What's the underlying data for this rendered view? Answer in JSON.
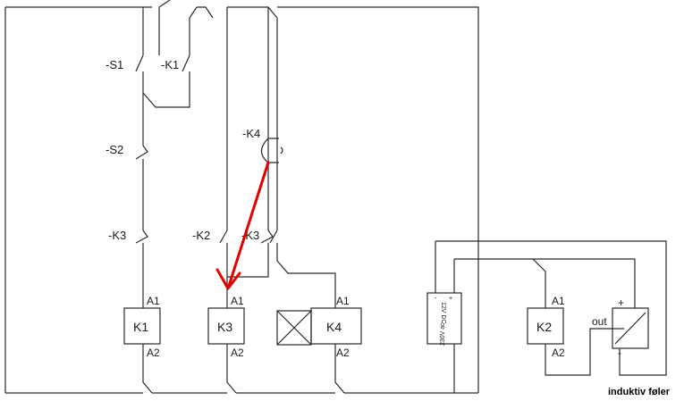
{
  "labels": {
    "s1": "-S1",
    "k1_contact": "-K1",
    "s2": "-S2",
    "k3_contact_left": "-K3",
    "k4_contact": "-K4",
    "k2_contact": "-K2",
    "k3_contact_right": "-K3"
  },
  "coils": {
    "k1": {
      "name": "K1",
      "a1": "A1",
      "a2": "A2"
    },
    "k3": {
      "name": "K3",
      "a1": "A1",
      "a2": "A2"
    },
    "k4": {
      "name": "K4",
      "a1": "A1",
      "a2": "A2"
    },
    "k2": {
      "name": "K2",
      "a1": "A1",
      "a2": "A2"
    }
  },
  "psu": {
    "dc": "12V DC",
    "ac": "230V ac",
    "plus": "+",
    "minus": "-"
  },
  "sensor": {
    "out": "out",
    "plus": "+",
    "minus": "-",
    "caption": "induktiv føler"
  },
  "colors": {
    "wire": "#2a2a2a",
    "arrow": "#e00000"
  }
}
